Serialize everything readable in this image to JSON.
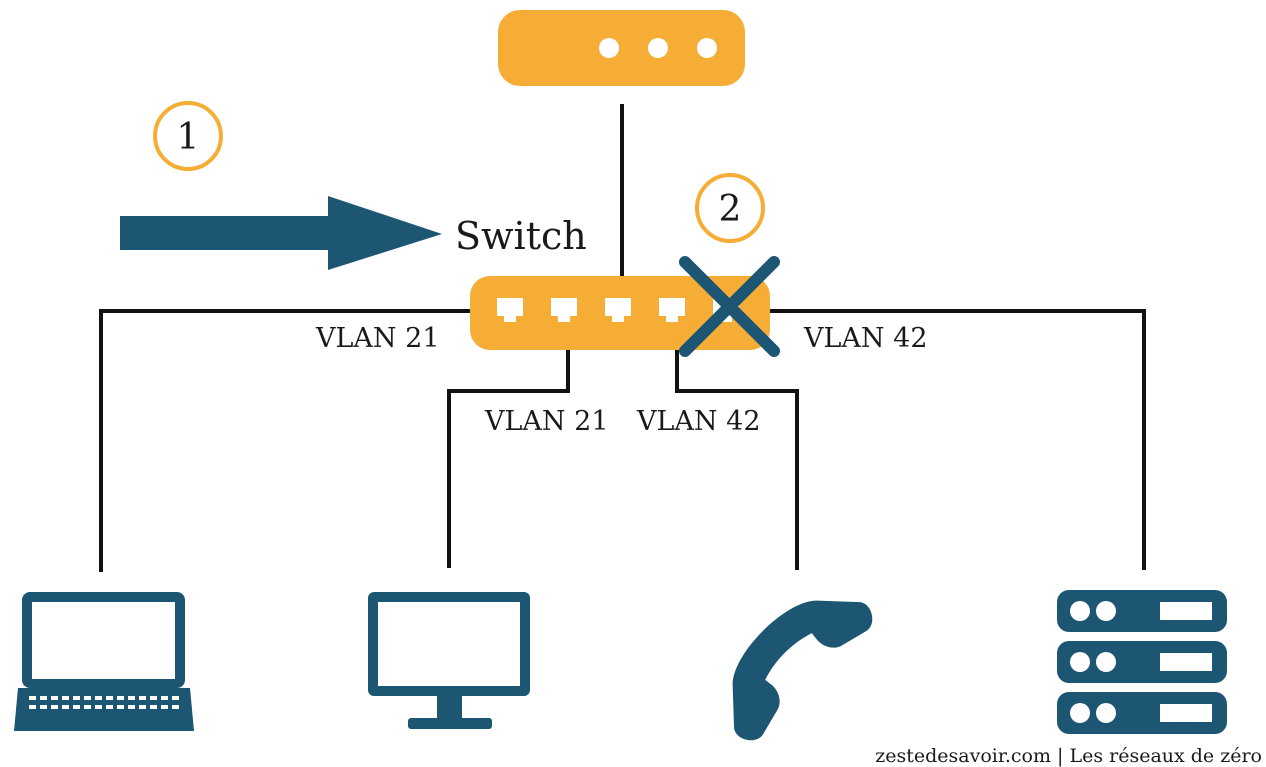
{
  "diagram": {
    "switch_label": "Switch",
    "steps": [
      "1",
      "2"
    ],
    "port_labels": {
      "laptop": "VLAN 21",
      "desktop": "VLAN 21",
      "phone": "VLAN 42",
      "server": "VLAN 42"
    },
    "footer": "zestedesavoir.com | Les réseaux de zéro"
  },
  "colors": {
    "device_orange": "#f5ad35",
    "device_navy": "#1d5672",
    "wire": "#111111",
    "text": "#1a1a1a"
  },
  "icons": {
    "router": "router-icon",
    "switch": "switch-icon",
    "arrow": "arrow-right-icon",
    "blocked": "blocked-cross-icon",
    "laptop": "laptop-icon",
    "desktop": "desktop-monitor-icon",
    "phone": "telephone-handset-icon",
    "server": "server-rack-icon"
  }
}
